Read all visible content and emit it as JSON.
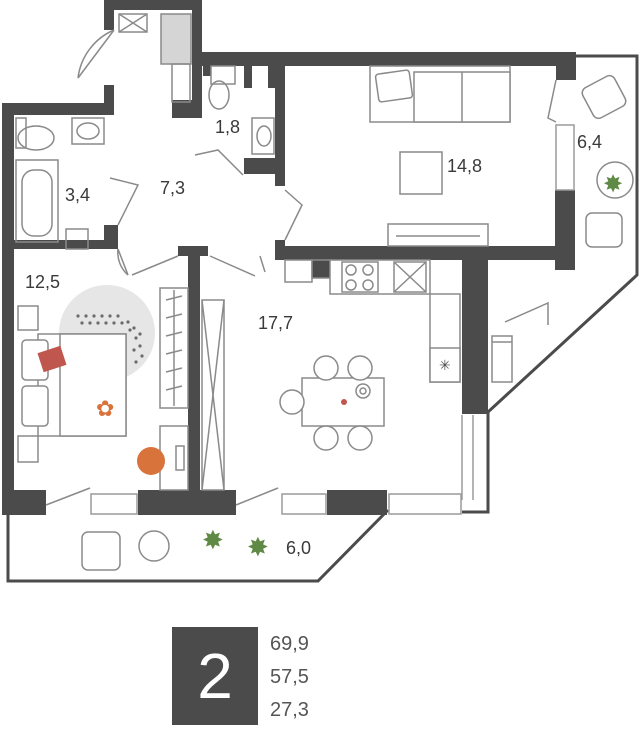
{
  "plan": {
    "rooms": [
      {
        "id": "wc",
        "area": "1,8"
      },
      {
        "id": "bathroom",
        "area": "3,4"
      },
      {
        "id": "hall",
        "area": "7,3"
      },
      {
        "id": "bedroom",
        "area": "12,5"
      },
      {
        "id": "living",
        "area": "14,8"
      },
      {
        "id": "kitchen",
        "area": "17,7"
      },
      {
        "id": "balcony-right",
        "area": "6,4"
      },
      {
        "id": "balcony-bottom",
        "area": "6,0"
      }
    ],
    "colors": {
      "wall": "#4b4b4b",
      "furniture": "#8a8a8a",
      "accent_red": "#c0574f",
      "accent_orange": "#d8733c",
      "plant": "#5f8a46"
    }
  },
  "summary": {
    "rooms_count": "2",
    "areas": [
      "69,9",
      "57,5",
      "27,3"
    ]
  }
}
